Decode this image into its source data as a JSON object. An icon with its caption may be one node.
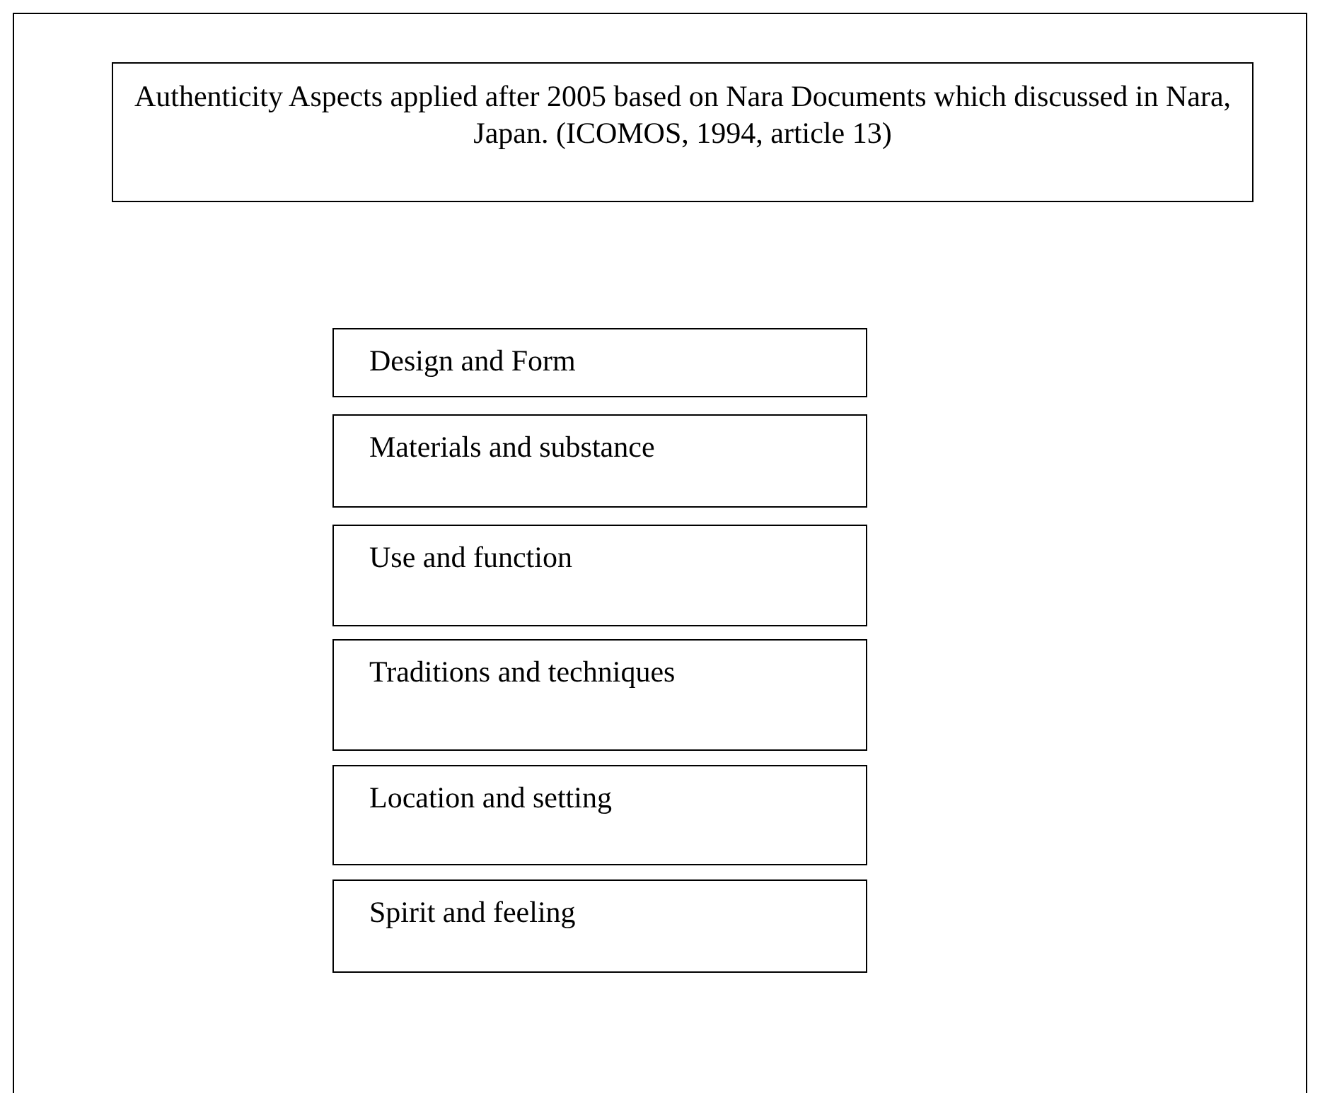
{
  "diagram": {
    "nodes": [
      {
        "text": [
          "Authenticity Aspects applied after 2005 based on Nara Documents which discussed in Nara, Japan. (ICOMOS, 1994, article 13)"
        ]
      },
      {
        "text": [
          "Design and Form"
        ]
      },
      {
        "text": [
          "Materials and substance"
        ]
      },
      {
        "text": [
          "Use and function"
        ]
      },
      {
        "text": [
          "Traditions and techniques"
        ]
      },
      {
        "text": [
          "Location and setting"
        ]
      },
      {
        "text": [
          "Spirit and feeling"
        ]
      }
    ]
  }
}
